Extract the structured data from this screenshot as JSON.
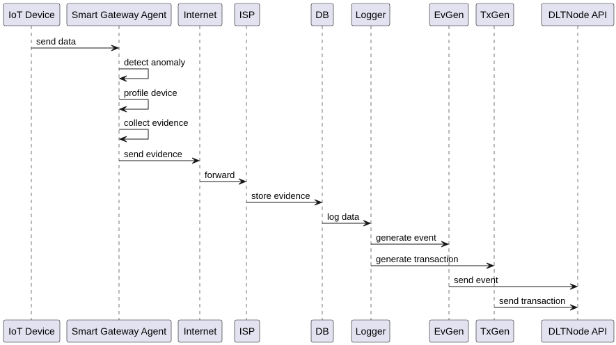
{
  "participants": [
    {
      "id": "iot",
      "label": "IoT Device"
    },
    {
      "id": "sga",
      "label": "Smart Gateway Agent"
    },
    {
      "id": "internet",
      "label": "Internet"
    },
    {
      "id": "isp",
      "label": "ISP"
    },
    {
      "id": "db",
      "label": "DB"
    },
    {
      "id": "logger",
      "label": "Logger"
    },
    {
      "id": "evgen",
      "label": "EvGen"
    },
    {
      "id": "txgen",
      "label": "TxGen"
    },
    {
      "id": "dltnode",
      "label": "DLTNode API"
    }
  ],
  "messages": [
    {
      "from": "iot",
      "to": "sga",
      "label": "send data"
    },
    {
      "from": "sga",
      "to": "sga",
      "label": "detect anomaly"
    },
    {
      "from": "sga",
      "to": "sga",
      "label": "profile device"
    },
    {
      "from": "sga",
      "to": "sga",
      "label": "collect evidence"
    },
    {
      "from": "sga",
      "to": "internet",
      "label": "send evidence"
    },
    {
      "from": "internet",
      "to": "isp",
      "label": "forward"
    },
    {
      "from": "isp",
      "to": "db",
      "label": "store evidence"
    },
    {
      "from": "db",
      "to": "logger",
      "label": "log data"
    },
    {
      "from": "logger",
      "to": "evgen",
      "label": "generate event"
    },
    {
      "from": "logger",
      "to": "txgen",
      "label": "generate transaction"
    },
    {
      "from": "evgen",
      "to": "dltnode",
      "label": "send event"
    },
    {
      "from": "txgen",
      "to": "dltnode",
      "label": "send transaction"
    }
  ],
  "colors": {
    "participant_fill": "#e2e2f0",
    "line": "#181818"
  }
}
